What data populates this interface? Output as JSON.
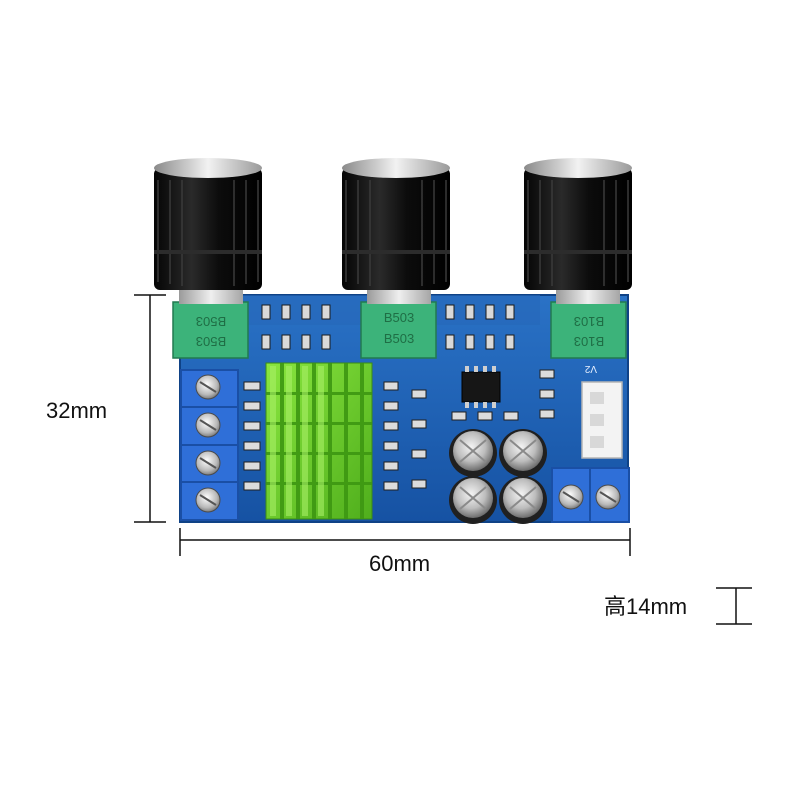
{
  "dimensions": {
    "height_label": "32mm",
    "width_label": "60mm",
    "thickness_label": "高14mm"
  },
  "silkscreen": {
    "pot_left": "B503",
    "pot_middle": "B503",
    "pot_right": "B103",
    "connector_label": "V2"
  },
  "colors": {
    "pcb": "#1e63b8",
    "pot_body": "#3cb37a",
    "heatsink": "#6fd12e",
    "terminal": "#2f6fd8",
    "knob": "#111111"
  }
}
